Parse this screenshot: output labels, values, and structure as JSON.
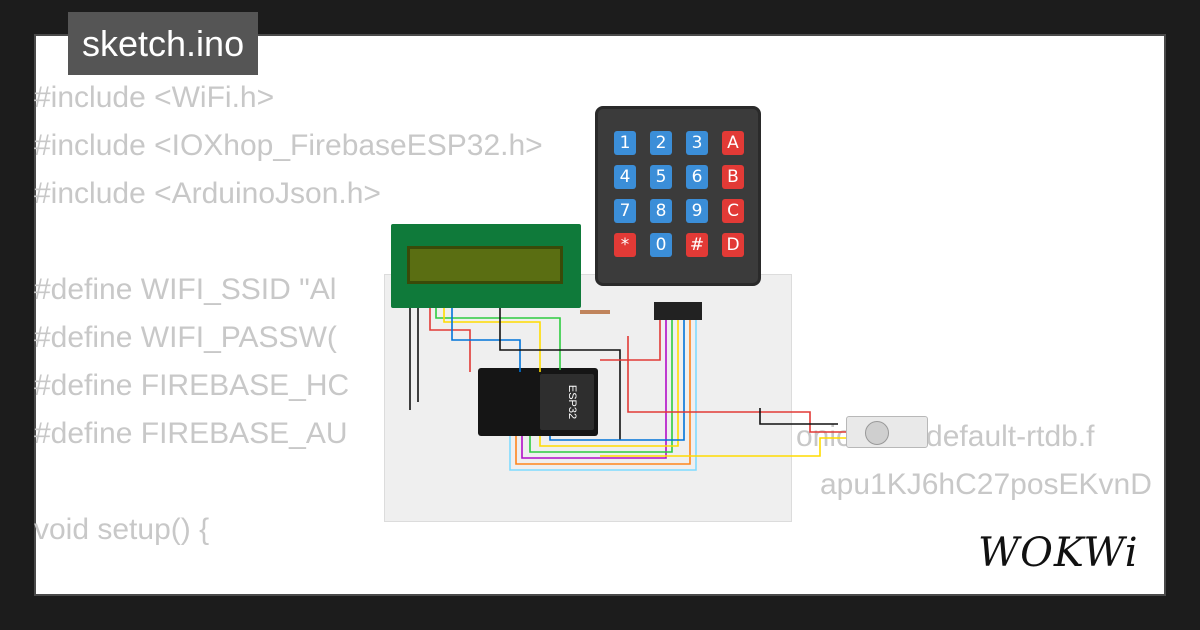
{
  "filename": "sketch.ino",
  "code_lines": [
    "#include <WiFi.h>",
    "#include <IOXhop_FirebaseESP32.h>",
    "#include <ArduinoJson.h>",
    "",
    "#define WIFI_SSID \"Al",
    "#define WIFI_PASSW(",
    "#define FIREBASE_HC",
    "#define FIREBASE_AU",
    "",
    "void setup() {"
  ],
  "code_tails": {
    "firebase_host_tail": "onica-isa-default-rtdb.f",
    "firebase_auth_tail": "apu1KJ6hC27posEKvnD"
  },
  "keypad": {
    "keys": [
      {
        "label": "1",
        "kind": "num"
      },
      {
        "label": "2",
        "kind": "num"
      },
      {
        "label": "3",
        "kind": "num"
      },
      {
        "label": "A",
        "kind": "act"
      },
      {
        "label": "4",
        "kind": "num"
      },
      {
        "label": "5",
        "kind": "num"
      },
      {
        "label": "6",
        "kind": "num"
      },
      {
        "label": "B",
        "kind": "act"
      },
      {
        "label": "7",
        "kind": "num"
      },
      {
        "label": "8",
        "kind": "num"
      },
      {
        "label": "9",
        "kind": "num"
      },
      {
        "label": "C",
        "kind": "act"
      },
      {
        "label": "*",
        "kind": "act"
      },
      {
        "label": "0",
        "kind": "num"
      },
      {
        "label": "#",
        "kind": "act"
      },
      {
        "label": "D",
        "kind": "act"
      }
    ]
  },
  "esp32_label": "ESP32",
  "brand": "WOKWi",
  "colors": {
    "key_number": "#3b8ed8",
    "key_action": "#e23a36",
    "lcd_board": "#0f7a3a",
    "lcd_screen": "#5a6e12"
  }
}
